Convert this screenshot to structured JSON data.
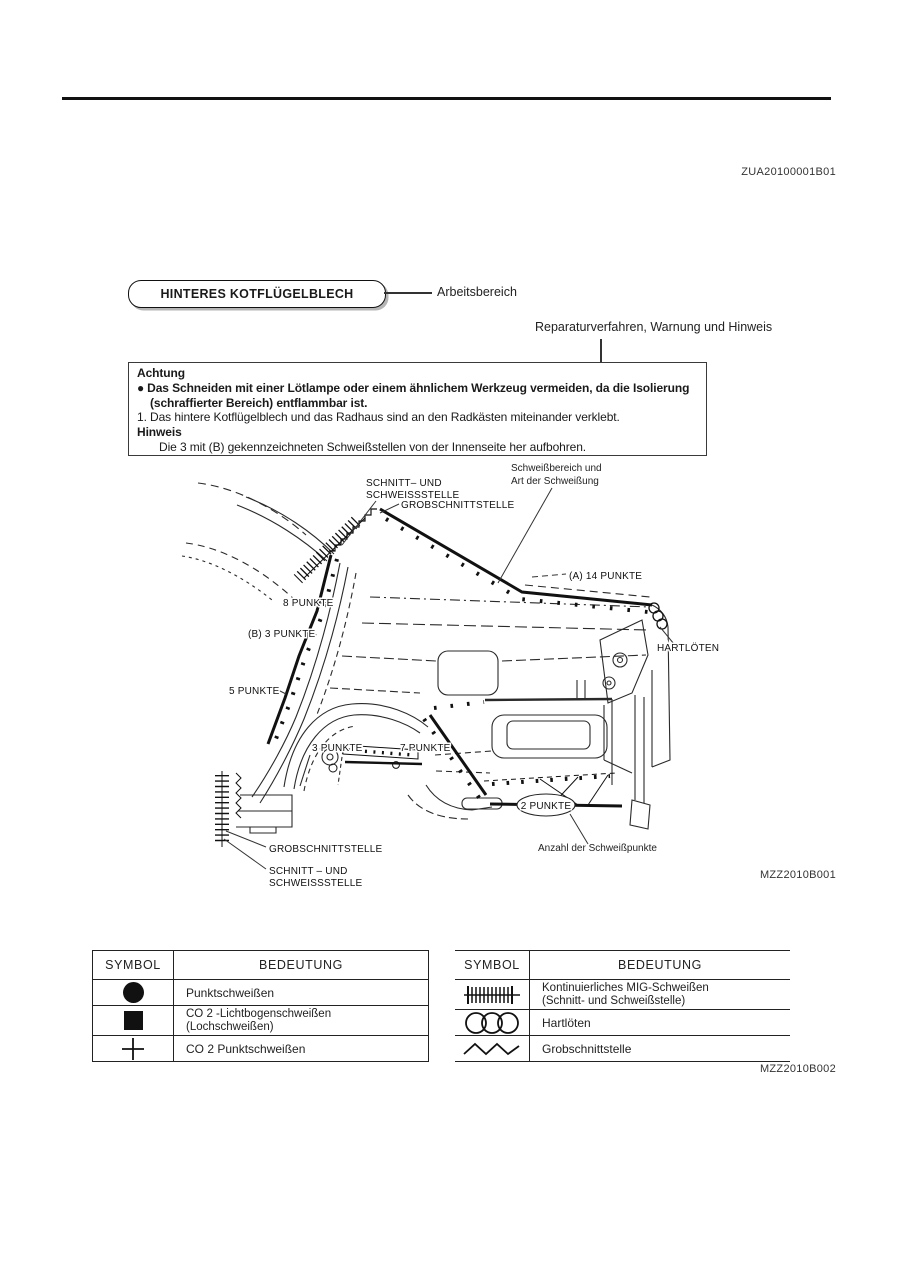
{
  "page": {
    "top_code": "ZUA20100001B01",
    "figure1_code": "MZZ2010B001",
    "figure2_code": "MZZ2010B002"
  },
  "header": {
    "section_label": "HINTERES KOTFLÜGELBLECH",
    "arbeitsbereich": "Arbeitsbereich",
    "procedure_note": "Reparaturverfahren, Warnung und Hinweis"
  },
  "warning": {
    "title": "Achtung",
    "bullet": "●",
    "b_line1": "Das Schneiden mit einer Lötlampe oder einem ähnlichem Werkzeug vermeiden, da die Isolierung",
    "b_line2": "(schraffierter Bereich) entflammbar ist.",
    "item1": "1. Das hintere Kotflügelblech und das Radhaus sind an den Radkästen miteinander verklebt.",
    "note_title": "Hinweis",
    "note_text": "Die 3 mit (B) gekennzeichneten Schweißstellen von der Innenseite her aufbohren."
  },
  "diagram": {
    "labels": {
      "schnitt_top_1": "SCHNITT– UND",
      "schnitt_top_2": "SCHWEISSSTELLE",
      "grob_top": "GROBSCHNITTSTELLE",
      "weld_area_1": "Schweißbereich und",
      "weld_area_2": "Art der Schweißung",
      "punkte_14": "(A) 14 PUNKTE",
      "punkte_8": "8 PUNKTE",
      "punkte_3b": "(B) 3 PUNKTE",
      "punkte_5": "5 PUNKTE",
      "hartloeten": "HARTLÖTEN",
      "punkte_3": "3 PUNKTE",
      "punkte_7": "7 PUNKTE",
      "punkte_2": "2 PUNKTE",
      "anzahl": "Anzahl der Schweißpunkte",
      "grob_bottom": "GROBSCHNITTSTELLE",
      "schnitt_bottom_1": "SCHNITT – UND",
      "schnitt_bottom_2": "SCHWEISSSTELLE"
    }
  },
  "legend_left": {
    "headers": [
      "SYMBOL",
      "BEDEUTUNG"
    ],
    "rows": [
      {
        "symbol": "filled-circle",
        "meaning": "Punktschweißen"
      },
      {
        "symbol": "filled-square",
        "line1": "CO 2 -Lichtbogenschweißen",
        "line2": "(Lochschweißen)"
      },
      {
        "symbol": "cross",
        "meaning": "CO 2 Punktschweißen"
      }
    ]
  },
  "legend_right": {
    "headers": [
      "SYMBOL",
      "BEDEUTUNG"
    ],
    "rows": [
      {
        "symbol": "hatch-band",
        "line1": "Kontinuierliches MIG-Schweißen",
        "line2": "(Schnitt- und Schweißstelle)"
      },
      {
        "symbol": "three-circles",
        "meaning": "Hartlöten"
      },
      {
        "symbol": "zigzag",
        "meaning": "Grobschnittstelle"
      }
    ]
  }
}
